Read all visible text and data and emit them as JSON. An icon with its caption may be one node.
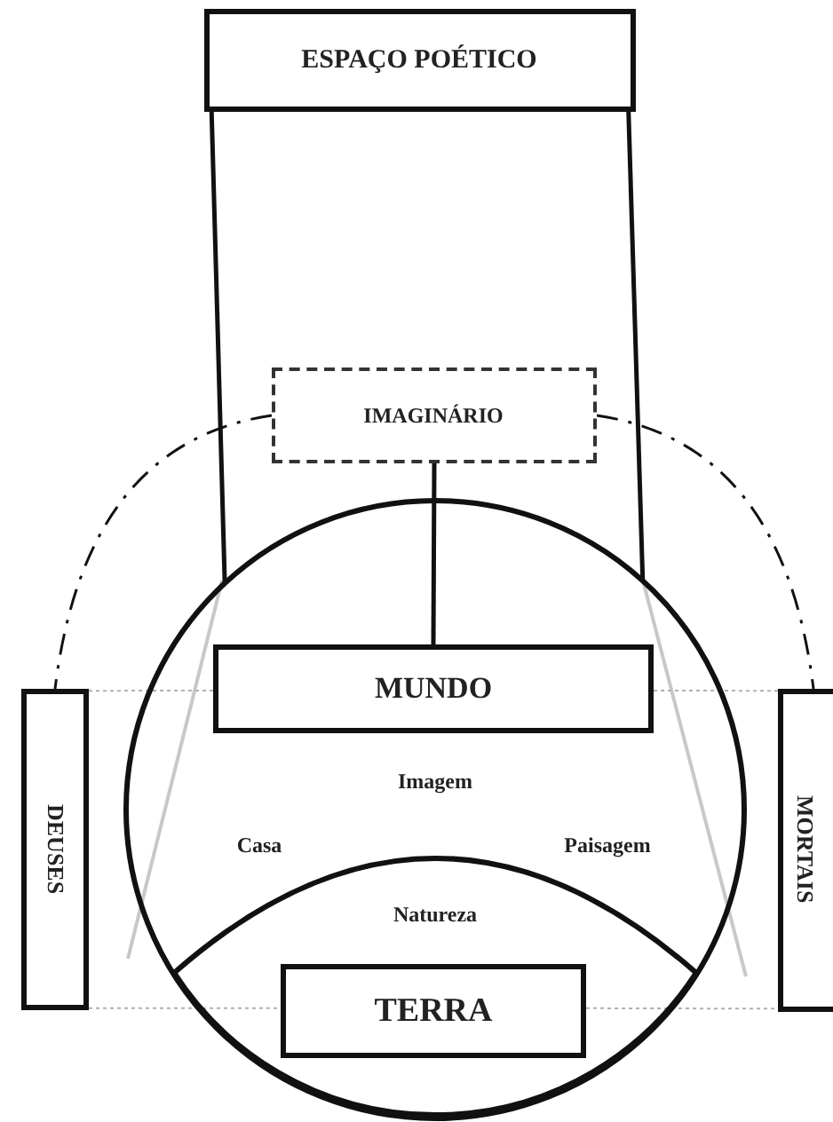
{
  "diagram": {
    "nodes": [
      {
        "text": [
          "ESPAÇO POÉTICO"
        ]
      },
      {
        "text": [
          "IMAGINÁRIO"
        ]
      },
      {
        "text": [
          "Imagem",
          "Casa",
          "Paisagem"
        ]
      },
      {
        "text": [
          "MUNDO"
        ],
        "in": 2
      },
      {
        "text": [
          "Natureza"
        ],
        "in": 2
      },
      {
        "text": [
          "TERRA"
        ],
        "in": 4
      },
      {
        "text": [
          "DEUSES"
        ]
      },
      {
        "text": [
          "MORTAIS"
        ]
      }
    ],
    "edges": [
      {
        "from": 0,
        "to": 2,
        "arrow": "none"
      },
      {
        "from": 0,
        "to": 2,
        "arrow": "none"
      },
      {
        "from": 1,
        "to": 3,
        "arrow": "none"
      },
      {
        "from": 1,
        "to": 6,
        "arrow": "none",
        "style": "dashed"
      },
      {
        "from": 1,
        "to": 7,
        "arrow": "none",
        "style": "dashed"
      },
      {
        "from": 6,
        "to": 3,
        "arrow": "none",
        "style": "dashed",
        "color": "#b0b0b0"
      },
      {
        "from": 3,
        "to": 7,
        "arrow": "none",
        "style": "dashed",
        "color": "#b0b0b0"
      },
      {
        "from": 6,
        "to": 5,
        "arrow": "none",
        "style": "dashed",
        "color": "#b0b0b0"
      },
      {
        "from": 5,
        "to": 7,
        "arrow": "none",
        "style": "dashed",
        "color": "#b0b0b0"
      }
    ]
  }
}
